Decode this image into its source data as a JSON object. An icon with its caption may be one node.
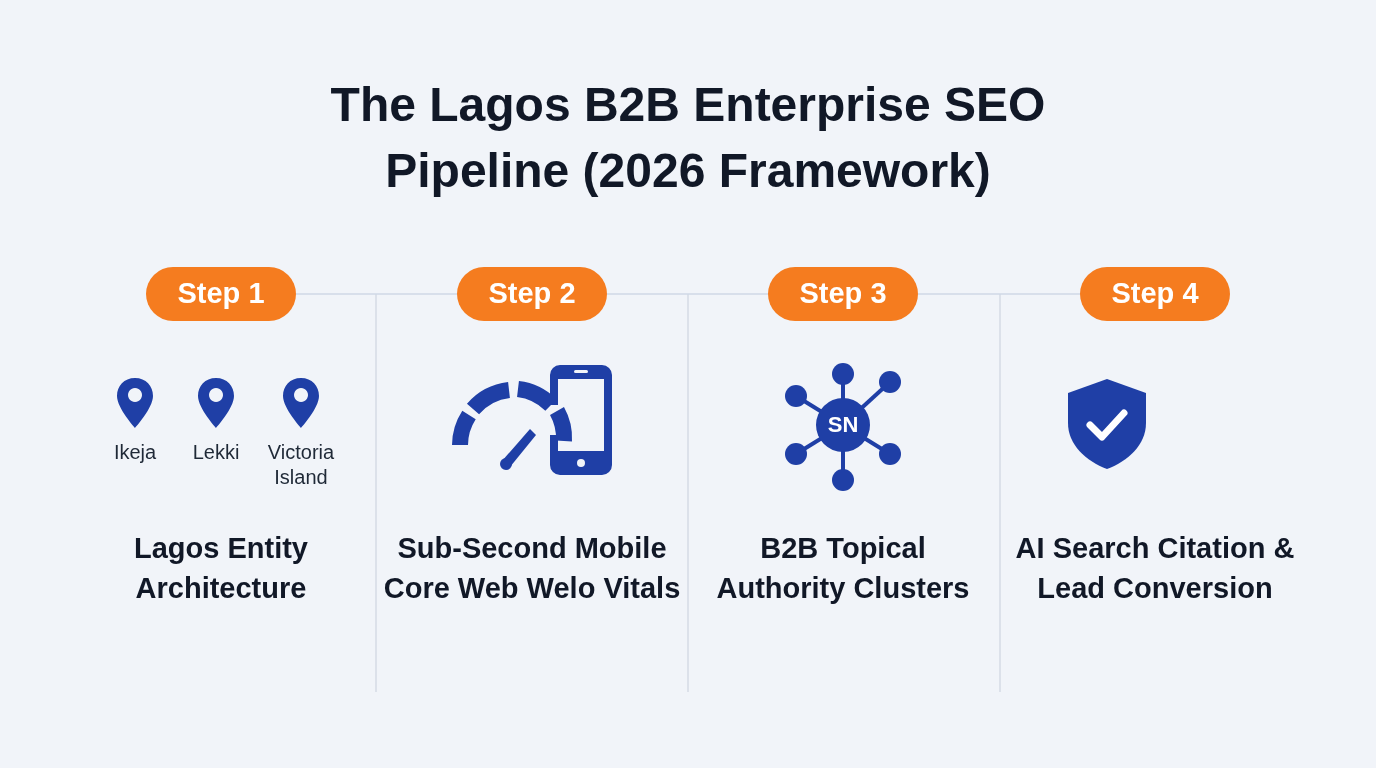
{
  "diagram": {
    "title": "The Lagos B2B Enterprise SEO Pipeline (2026 Framework)",
    "nodes": [
      {
        "text": [
          "Step 1"
        ]
      },
      {
        "text": [
          "Step 2"
        ]
      },
      {
        "text": [
          "Step 3"
        ]
      },
      {
        "text": [
          "Step 4"
        ]
      }
    ],
    "edges": [
      {
        "from": 0,
        "to": 1,
        "arrow": "none"
      },
      {
        "from": 1,
        "to": 2,
        "arrow": "none"
      },
      {
        "from": 2,
        "to": 3,
        "arrow": "none"
      }
    ],
    "labels": [
      "Ikeja",
      "Lekki",
      "Victoria Island",
      "Lagos Entity Architecture",
      "Sub-Second Mobile Core Web Welo Vitals",
      "SN",
      "B2B Topical Authority Clusters",
      "AI Search Citation & Lead Conversion"
    ]
  }
}
